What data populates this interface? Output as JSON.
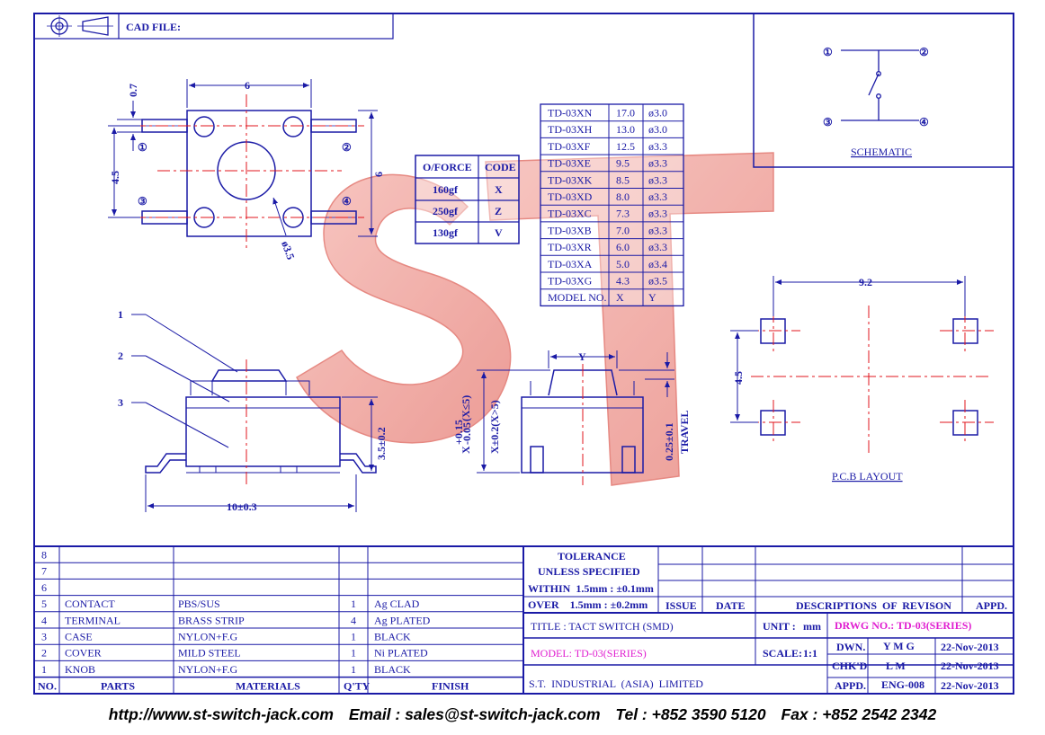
{
  "header": {
    "cad_file": "CAD FILE:"
  },
  "dimensions": {
    "top_width": "6",
    "lead_width": "0.7",
    "height_side": "6",
    "pin_pitch": "4.5",
    "knob_diameter": "ø3.5",
    "body_length": "10±0.3",
    "body_height": "3.5±0.2",
    "x_small": "X",
    "x_small_tol_plus": "+0.15",
    "x_small_tol_minus": "-0.05",
    "x_small_cond": "(X≤5)",
    "x_large": "X±0.2(X>5)",
    "y": "Y",
    "travel_value": "0.25±0.1",
    "travel_word": "TRAVEL",
    "pcb_width": "9.2",
    "pcb_height": "4.5"
  },
  "pins": [
    "①",
    "②",
    "③",
    "④"
  ],
  "parts_callouts": [
    "1",
    "2",
    "3"
  ],
  "force_table": {
    "headers": [
      "O/FORCE",
      "CODE"
    ],
    "rows": [
      [
        "160gf",
        "X"
      ],
      [
        "250gf",
        "Z"
      ],
      [
        "130gf",
        "V"
      ]
    ]
  },
  "model_table": {
    "rows": [
      [
        "TD-03XN",
        "17.0",
        "ø3.0"
      ],
      [
        "TD-03XH",
        "13.0",
        "ø3.0"
      ],
      [
        "TD-03XF",
        "12.5",
        "ø3.3"
      ],
      [
        "TD-03XE",
        "9.5",
        "ø3.3"
      ],
      [
        "TD-03XK",
        "8.5",
        "ø3.3"
      ],
      [
        "TD-03XD",
        "8.0",
        "ø3.3"
      ],
      [
        "TD-03XC",
        "7.3",
        "ø3.3"
      ],
      [
        "TD-03XB",
        "7.0",
        "ø3.3"
      ],
      [
        "TD-03XR",
        "6.0",
        "ø3.3"
      ],
      [
        "TD-03XA",
        "5.0",
        "ø3.4"
      ],
      [
        "TD-03XG",
        "4.3",
        "ø3.5"
      ]
    ],
    "footer": [
      "MODEL NO.",
      "X",
      "Y"
    ]
  },
  "schematic": {
    "title": "SCHEMATIC"
  },
  "pcb": {
    "title": "P.C.B LAYOUT"
  },
  "watermark": "ST",
  "bom": {
    "headers": [
      "NO.",
      "PARTS",
      "MATERIALS",
      "Q'TY",
      "FINISH"
    ],
    "rows": [
      [
        "8",
        "",
        "",
        "",
        ""
      ],
      [
        "7",
        "",
        "",
        "",
        ""
      ],
      [
        "6",
        "",
        "",
        "",
        ""
      ],
      [
        "5",
        "CONTACT",
        "PBS/SUS",
        "1",
        "Ag CLAD"
      ],
      [
        "4",
        "TERMINAL",
        "BRASS STRIP",
        "4",
        "Ag PLATED"
      ],
      [
        "3",
        "CASE",
        "NYLON+F.G",
        "1",
        "BLACK"
      ],
      [
        "2",
        "COVER",
        "MILD STEEL",
        "1",
        "Ni PLATED"
      ],
      [
        "1",
        "KNOB",
        "NYLON+F.G",
        "1",
        "BLACK"
      ]
    ]
  },
  "tolerance": {
    "line1": "TOLERANCE",
    "line2": "UNLESS   SPECIFIED",
    "within": "WITHIN  1.5mm : ±0.1mm",
    "over": "OVER    1.5mm : ±0.2mm"
  },
  "revision": {
    "issue": "ISSUE",
    "date": "DATE",
    "desc": "DESCRIPTIONS  OF  REVISON",
    "appd": "APPD."
  },
  "title_block": {
    "title": "TITLE : TACT SWITCH (SMD)",
    "unit_label": "UNIT :",
    "unit_value": "mm",
    "drwg_no": "DRWG NO.: TD-03(SERIES)",
    "model": "MODEL: TD-03(SERIES)",
    "scale_label": "SCALE:",
    "scale_value": "1:1",
    "company": "S.T.  INDUSTRIAL  (ASIA)  LIMITED",
    "dwn_label": "DWN.",
    "dwn_value": "Y M G",
    "dwn_date": "22-Nov-2013",
    "chkd_label": "CHK'D",
    "chkd_value": "L M",
    "chkd_date": "22-Nov-2013",
    "appd_label": "APPD.",
    "appd_value": "ENG-008",
    "appd_date": "22-Nov-2013"
  },
  "footer": {
    "website": "http://www.st-switch-jack.com",
    "email": "Email : sales@st-switch-jack.com",
    "tel": "Tel : +852 3590 5120",
    "fax": "Fax : +852 2542 2342"
  },
  "colors": {
    "line": "#1a1aa6",
    "center": "#e0141c",
    "magenta": "#e01fd0",
    "watermark": "#f2a7a1"
  }
}
